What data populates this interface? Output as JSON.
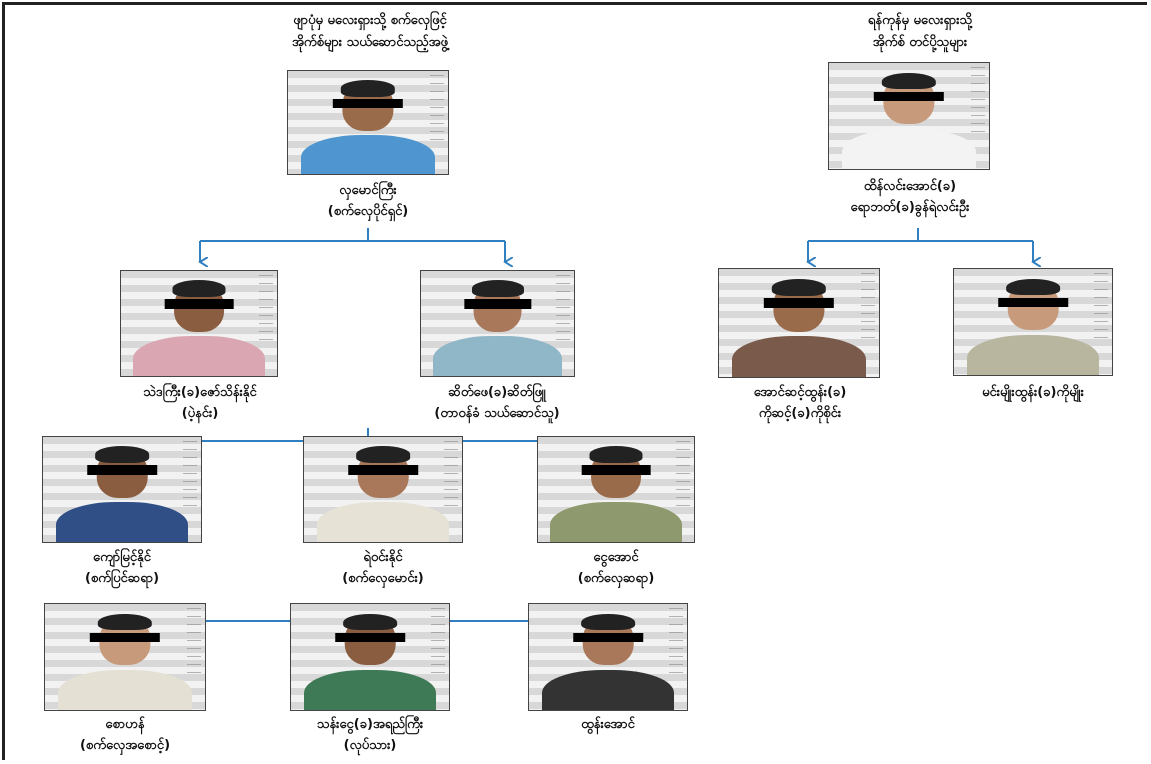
{
  "groups": {
    "left_title": [
      "ဖျာပုံမှ မလေးရှားသို့ စက်လှေဖြင့်",
      "အိုက်စ်များ သယ်ဆောင်သည့်အဖွဲ့"
    ],
    "right_title": [
      "ရန်ကုန်မှ မလေးရှားသို့",
      "အိုက်စ် တင်ပို့သူများ"
    ]
  },
  "people": [
    {
      "id": "p1",
      "lines": [
        "လှမောင်ကြီး",
        "(စက်လှေပိုင်ရှင်)"
      ],
      "shirt": "#4f95cf"
    },
    {
      "id": "p2",
      "lines": [
        "ထိန်လင်းအောင်(ခ)",
        "ရောဘတ်(ခ)ခွန်ရဲလင်းဦး"
      ],
      "shirt": "#f3f3f3"
    },
    {
      "id": "p3",
      "lines": [
        "သဲဒကြီး(ခ)ဇော်သိန်းနိုင်",
        "(ပဲ့နင်း)"
      ],
      "shirt": "#d9a6b2"
    },
    {
      "id": "p4",
      "lines": [
        "ဆိတ်ဖေ(ခ)ဆိတ်ဖြူ",
        "(တာဝန်ခံ သယ်ဆောင်သူ)"
      ],
      "shirt": "#8fb7c7"
    },
    {
      "id": "p5",
      "lines": [
        "အောင်ဆင့်ထွန်း(ခ)",
        "ကိုဆင့်(ခ)ကိုစိုင်း"
      ],
      "shirt": "#7a5a4a"
    },
    {
      "id": "p6",
      "lines": [
        "မင်းမျိုးထွန်း(ခ)ကိုမျိုး"
      ],
      "shirt": "#b9b6a0"
    },
    {
      "id": "p7",
      "lines": [
        "ကျော်မြင့်နိုင်",
        "(စက်ပြင်ဆရာ)"
      ],
      "shirt": "#2f4f86"
    },
    {
      "id": "p8",
      "lines": [
        "ရဲဝင်းနိုင်",
        "(စက်လှေမောင်း)"
      ],
      "shirt": "#e6e3d6"
    },
    {
      "id": "p9",
      "lines": [
        "ငွေအောင်",
        "(စက်လှေဆရာ)"
      ],
      "shirt": "#8e9a6d"
    },
    {
      "id": "p10",
      "lines": [
        "စောဟန်",
        "(စက်လှေအစောင့်)"
      ],
      "shirt": "#e4e1d4"
    },
    {
      "id": "p11",
      "lines": [
        "သန်းငွေ(ခ)အရည်ကြီး",
        "(လုပ်သား)"
      ],
      "shirt": "#3f7a57"
    },
    {
      "id": "p12",
      "lines": [
        "ထွန်းအောင်"
      ],
      "shirt": "#333333"
    }
  ],
  "colors": {
    "connector": "#2f7fc1"
  }
}
